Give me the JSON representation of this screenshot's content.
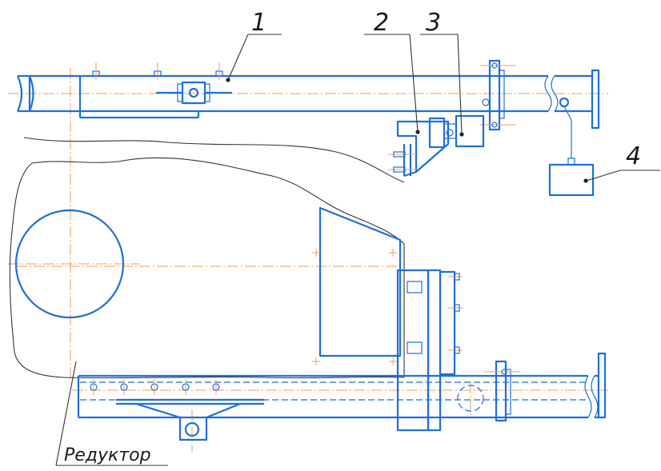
{
  "labels": {
    "item1": "1",
    "item2": "2",
    "item3": "3",
    "item4": "4",
    "reducer": "Редуктор"
  },
  "colors": {
    "outline": "#1f6fd9",
    "centerline": "#e8a060",
    "leader": "#333333",
    "background": "#ffffff"
  }
}
